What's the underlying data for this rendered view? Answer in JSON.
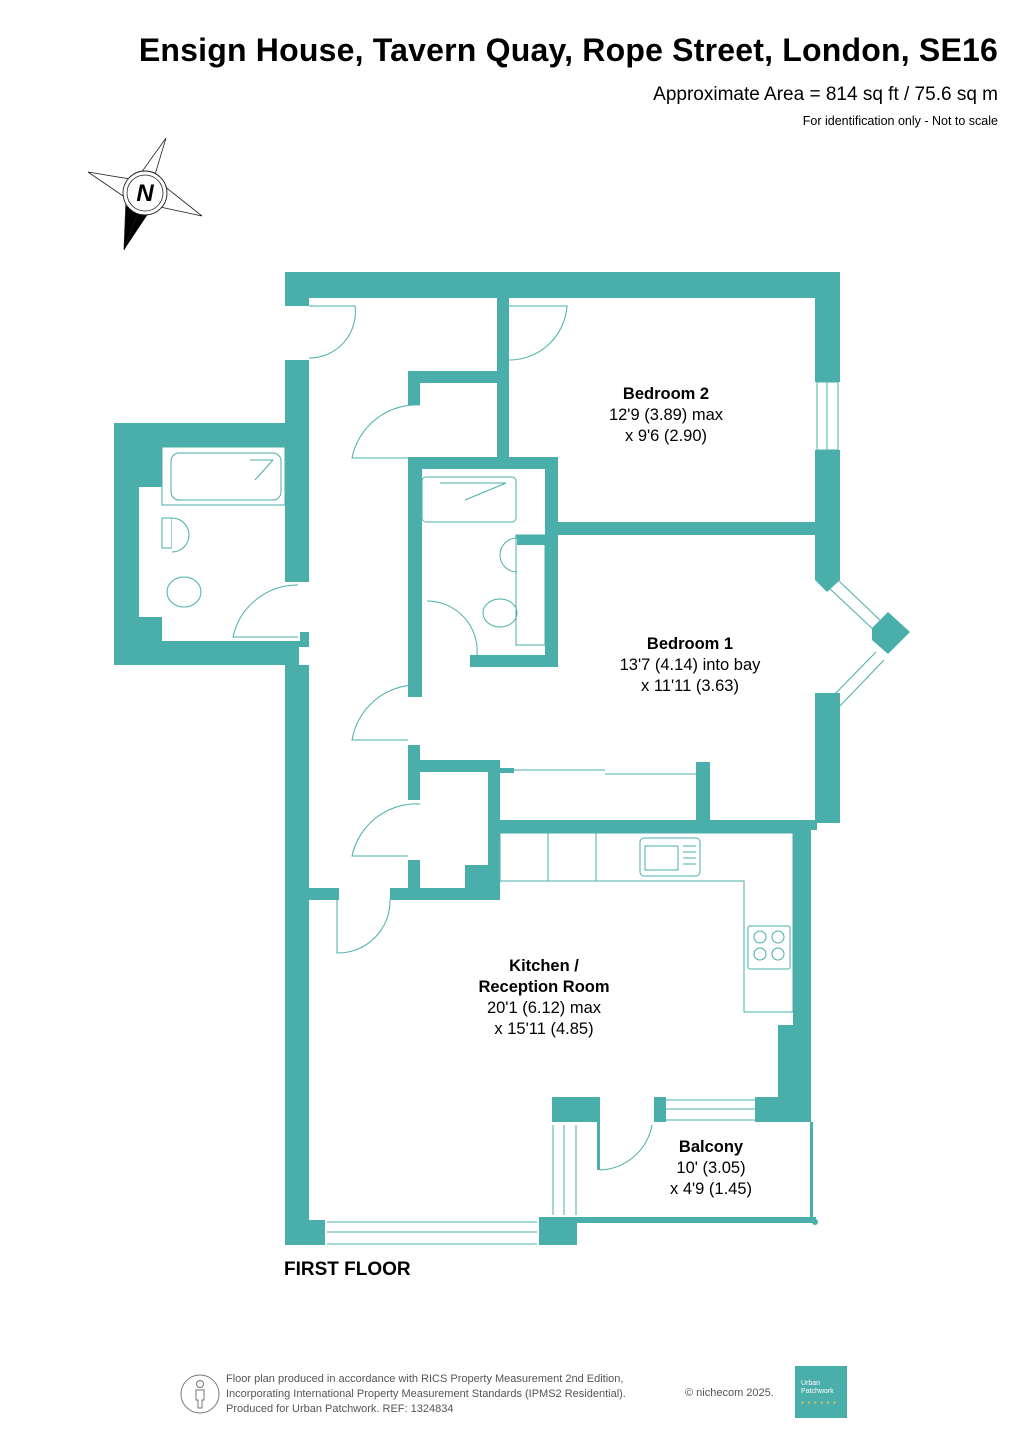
{
  "header": {
    "title": "Ensign House, Tavern Quay, Rope Street, London, SE16",
    "area": "Approximate Area = 814 sq ft / 75.6 sq m",
    "disclaimer": "For identification only - Not to scale"
  },
  "compass": {
    "letter": "N",
    "icon": "compass-north-icon"
  },
  "colors": {
    "wall": "#4aaeaa",
    "fixture_line": "#4aaeaa",
    "text": "#000000",
    "brand_bg": "#4aaeaa"
  },
  "floor_label": "FIRST FLOOR",
  "rooms": [
    {
      "name": "Bedroom 2",
      "dim1": "12'9 (3.89) max",
      "dim2": "x 9'6 (2.90)"
    },
    {
      "name": "Bedroom 1",
      "dim1": "13'7 (4.14) into bay",
      "dim2": "x 11'11 (3.63)"
    },
    {
      "name": "Kitchen /",
      "name2": "Reception Room",
      "dim1": "20'1 (6.12) max",
      "dim2": "x 15'11 (4.85)"
    },
    {
      "name": "Balcony",
      "dim1": "10' (3.05)",
      "dim2": "x 4'9 (1.45)"
    }
  ],
  "footer": {
    "line1": "Floor plan produced in accordance with RICS Property Measurement 2nd Edition,",
    "line2": "Incorporating International Property Measurement Standards (IPMS2 Residential).",
    "line3": "Produced for Urban Patchwork.   REF:  1324834",
    "copyright": "© nichecom 2025.",
    "brand_line1": "Urban",
    "brand_line2": "Patchwork",
    "person_icon": "person-icon"
  }
}
